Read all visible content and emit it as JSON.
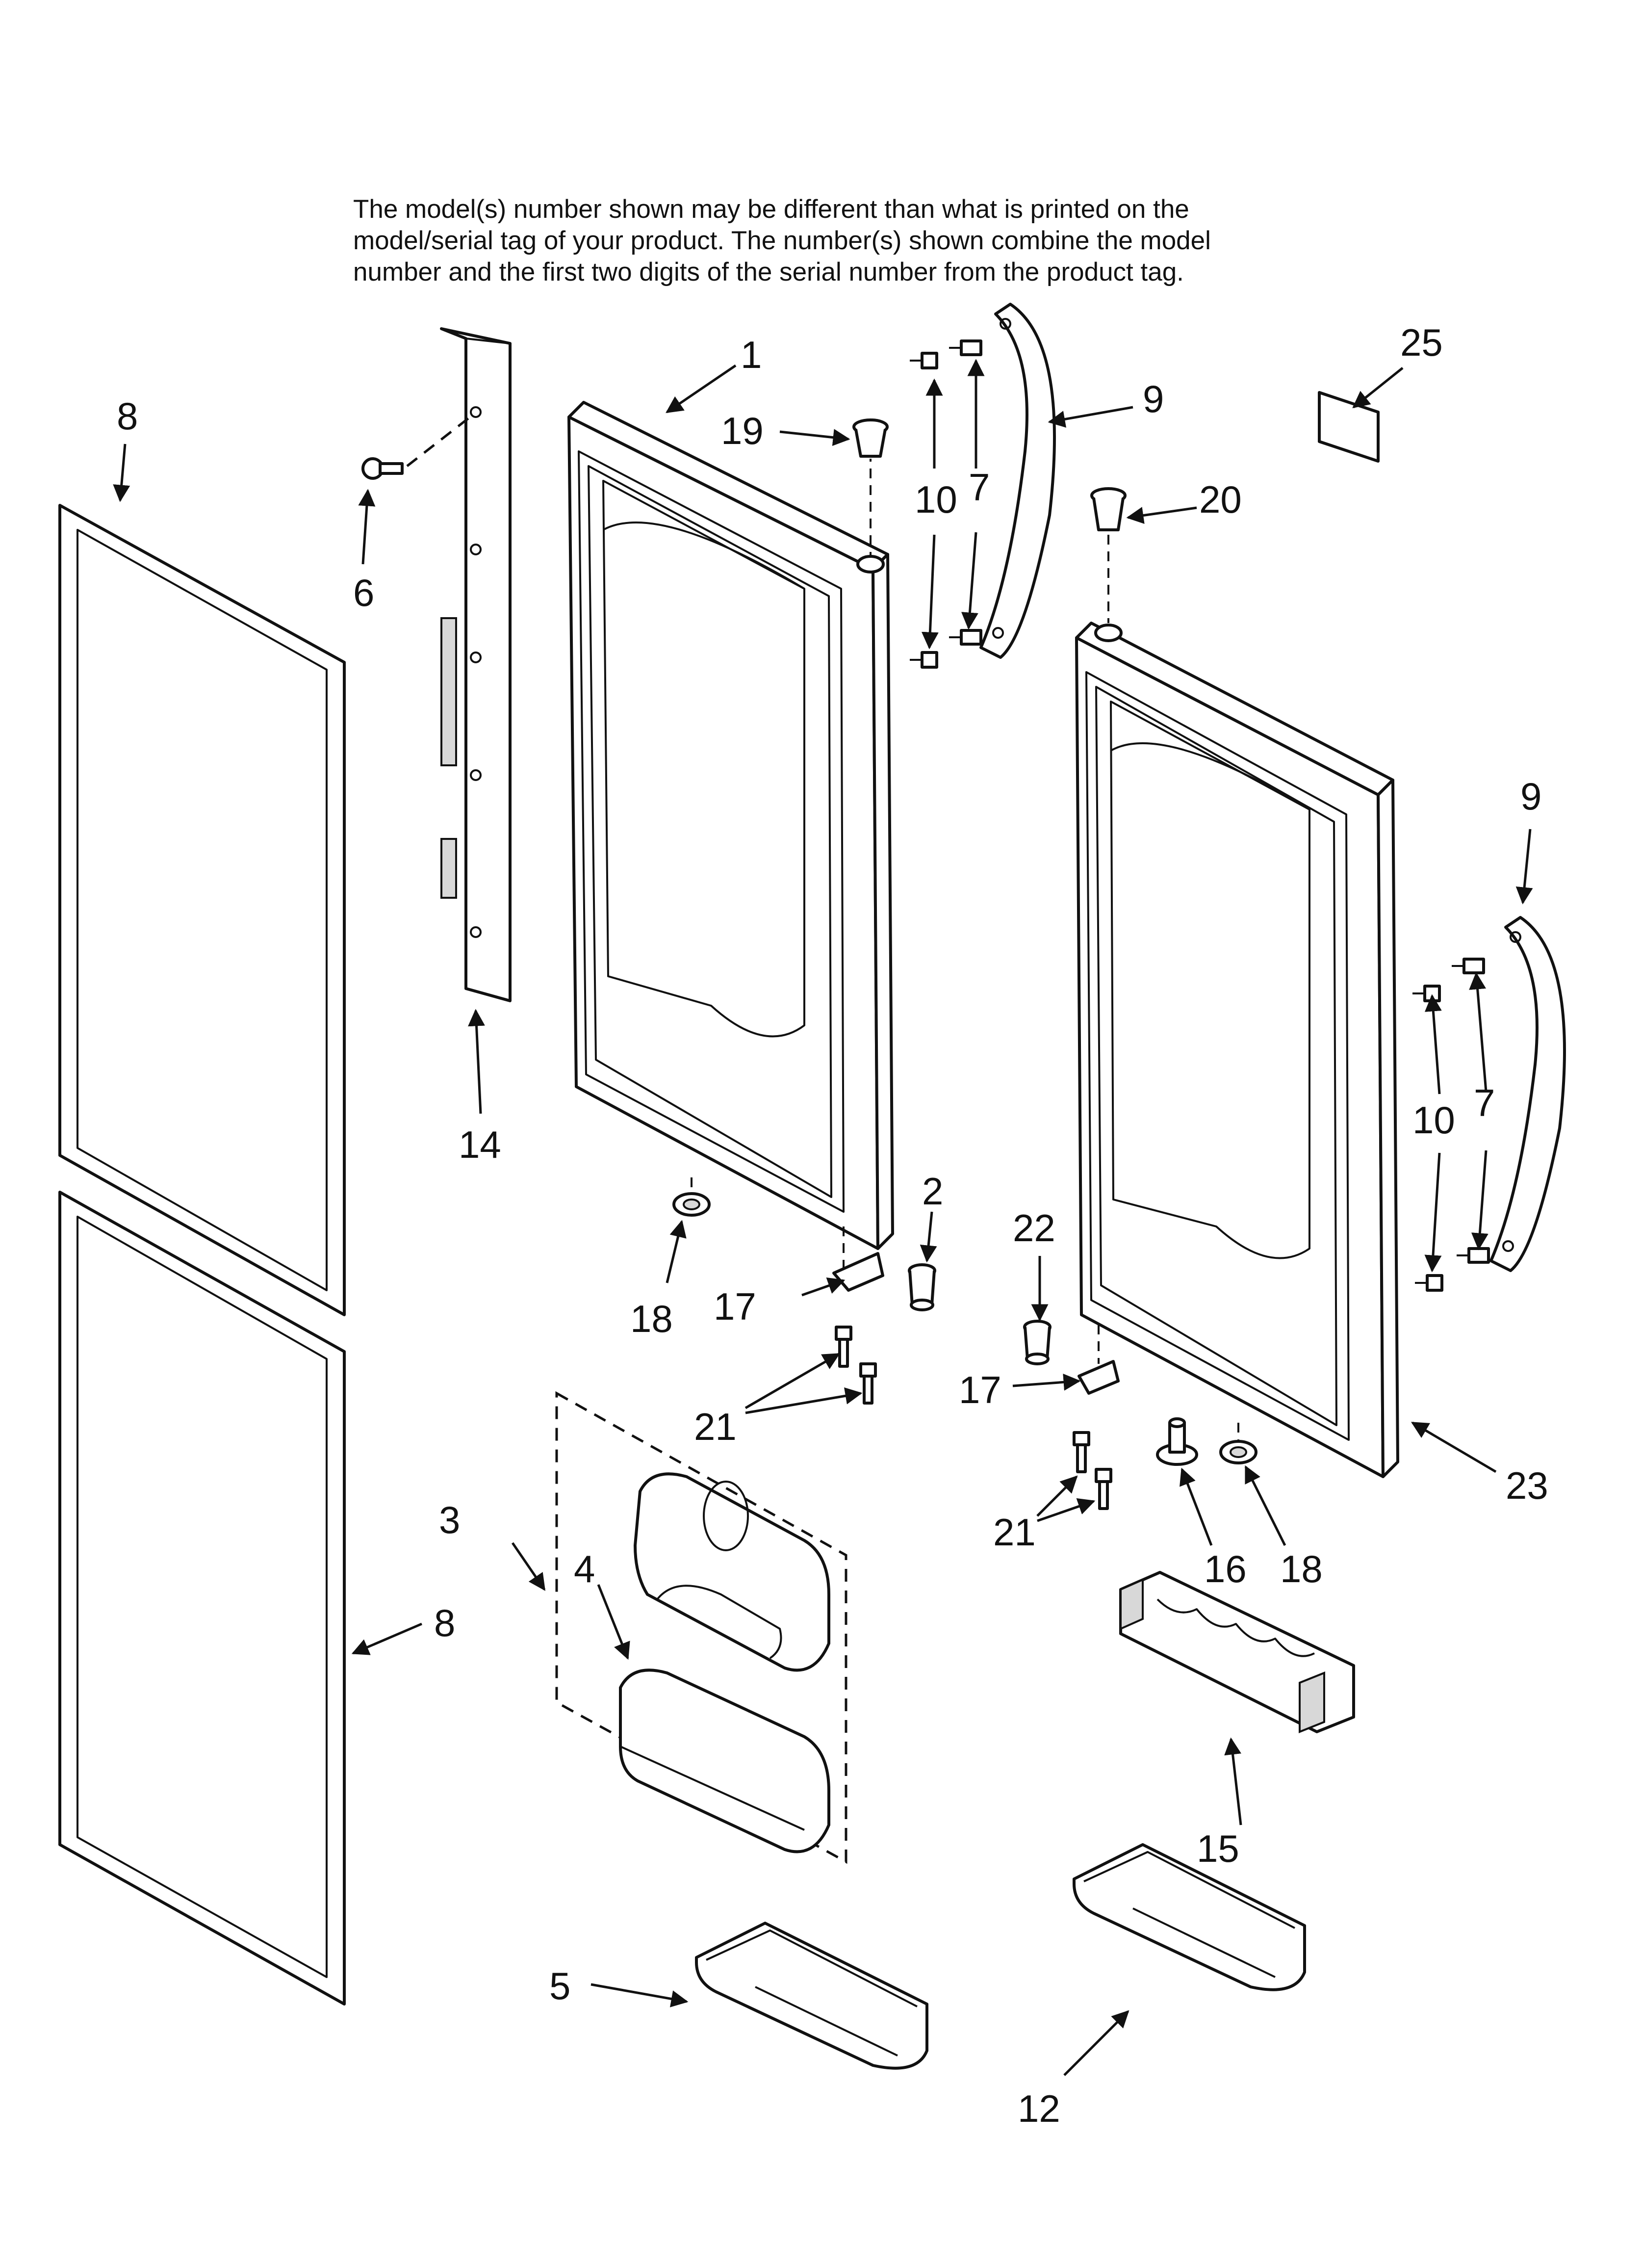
{
  "notice": {
    "lines": [
      "The model(s) number shown may be different than what is printed on the",
      "model/serial tag of your product. The number(s) shown combine the model",
      "number and the first two digits of the serial number from the product tag."
    ]
  },
  "callouts": {
    "c1": "1",
    "c2": "2",
    "c3": "3",
    "c4": "4",
    "c5": "5",
    "c6": "6",
    "c7a": "7",
    "c7b": "7",
    "c8a": "8",
    "c8b": "8",
    "c9a": "9",
    "c9b": "9",
    "c10a": "10",
    "c10b": "10",
    "c12": "12",
    "c14": "14",
    "c15": "15",
    "c16": "16",
    "c17a": "17",
    "c17b": "17",
    "c18a": "18",
    "c18b": "18",
    "c19": "19",
    "c20": "20",
    "c21a": "21",
    "c21b": "21",
    "c22": "22",
    "c23": "23",
    "c25": "25"
  }
}
